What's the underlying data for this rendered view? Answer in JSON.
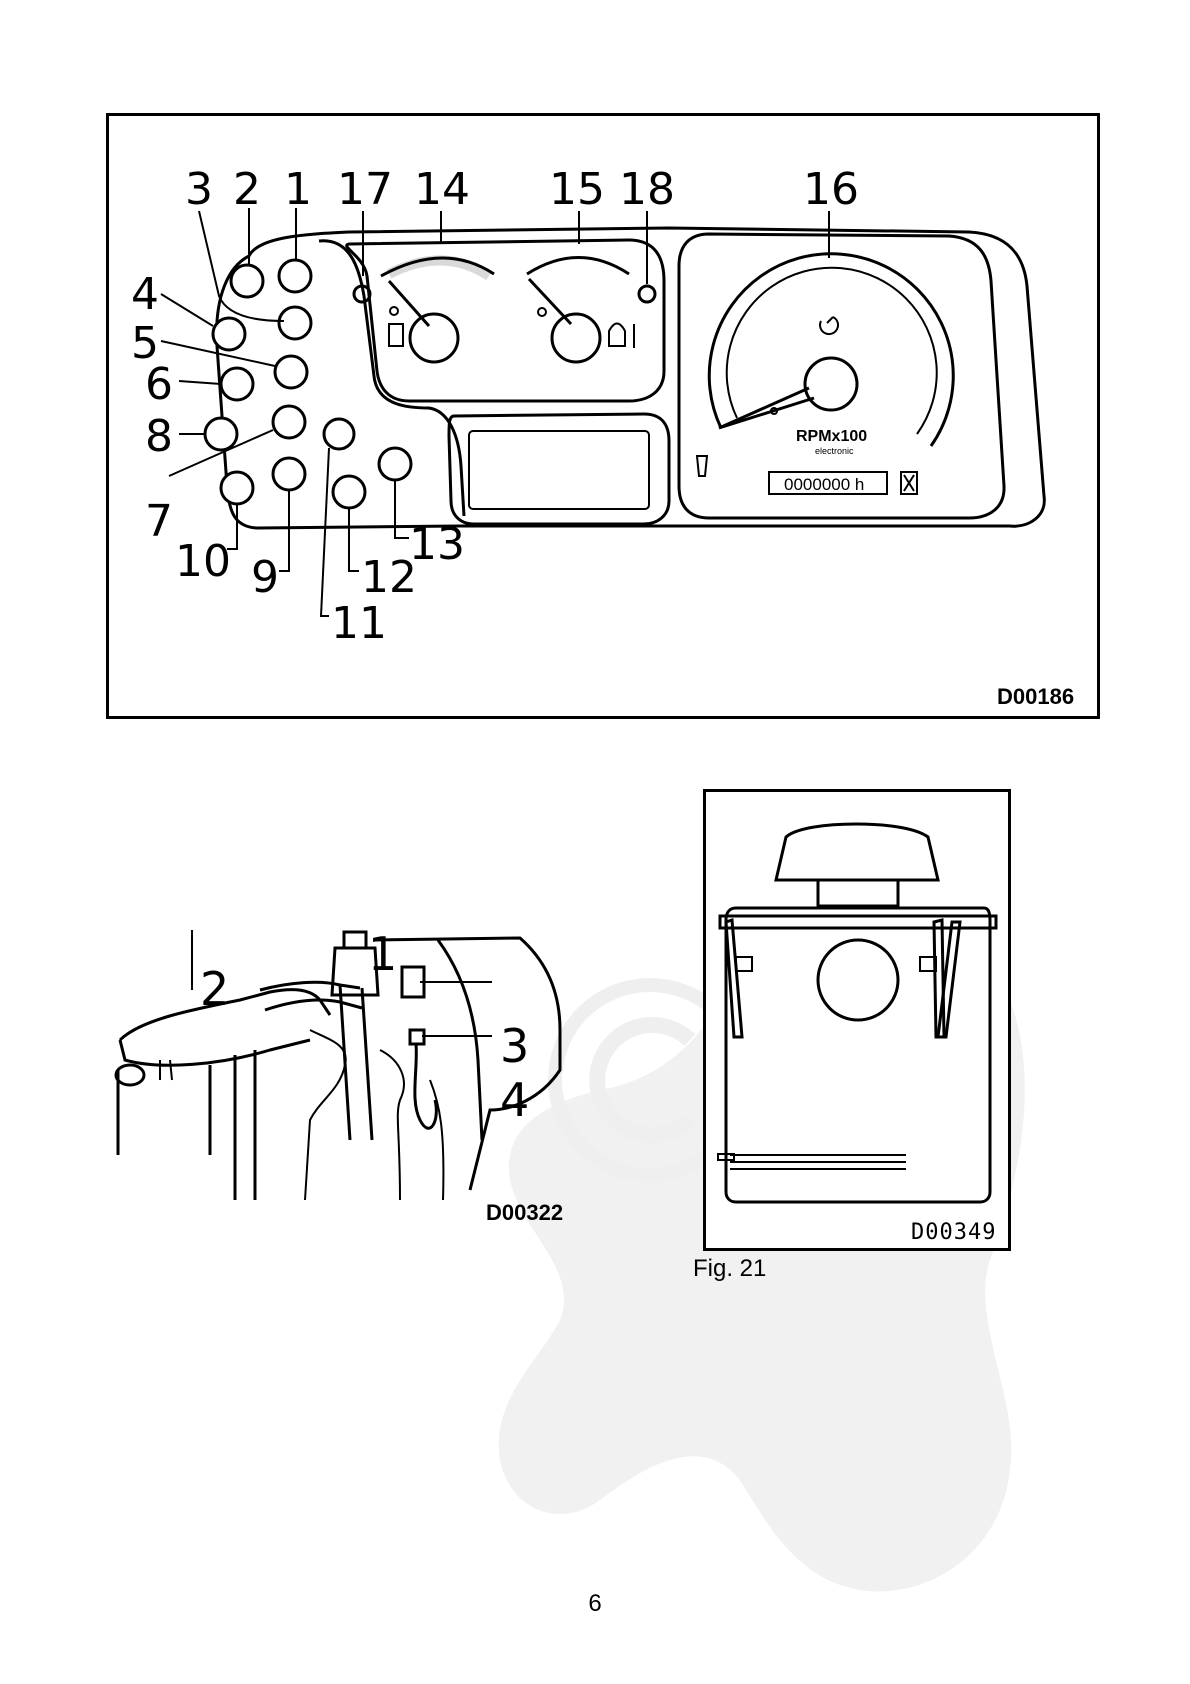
{
  "figure_dashboard": {
    "code": "D00186",
    "callouts": [
      "3",
      "2",
      "1",
      "17",
      "14",
      "15",
      "18",
      "16",
      "4",
      "5",
      "6",
      "8",
      "7",
      "10",
      "9",
      "12",
      "13",
      "11"
    ],
    "gauge_label": "RPMx100",
    "gauge_sublabel": "electronic",
    "hour_meter": "0000000 h"
  },
  "figure_engine": {
    "code": "D00322",
    "callouts": [
      "1",
      "2",
      "3",
      "4"
    ]
  },
  "figure_tank": {
    "code": "D00349",
    "caption": "Fig. 21"
  },
  "page": {
    "number": "6"
  }
}
